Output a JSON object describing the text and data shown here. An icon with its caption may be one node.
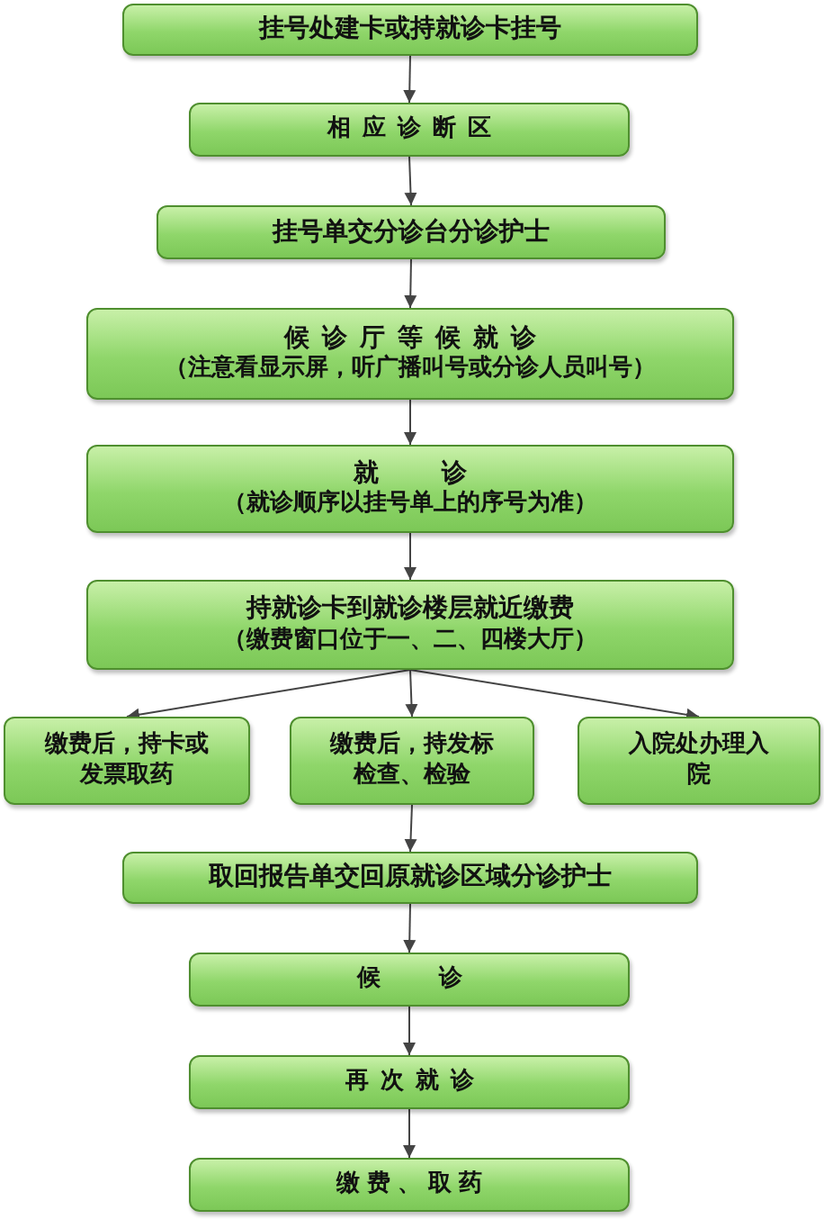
{
  "diagram": {
    "nodes": [
      {
        "text": [
          "挂号处建卡或持就诊卡挂号"
        ]
      },
      {
        "text": [
          "相应诊断区"
        ]
      },
      {
        "text": [
          "挂号单交分诊台分诊护士"
        ]
      },
      {
        "text": [
          "候诊厅等候就诊",
          "（注意看显示屏，听广播叫号或分诊人员叫号）"
        ]
      },
      {
        "text": [
          "就诊",
          "（就诊顺序以挂号单上的序号为准）"
        ]
      },
      {
        "text": [
          "持就诊卡到就诊楼层就近缴费",
          "（缴费窗口位于一、二、四楼大厅）"
        ]
      },
      {
        "text": [
          "缴费后，持卡或发票取药"
        ]
      },
      {
        "text": [
          "缴费后，持发标检查、检验"
        ]
      },
      {
        "text": [
          "入院处办理入院"
        ]
      },
      {
        "text": [
          "取回报告单交回原就诊区域分诊护士"
        ]
      },
      {
        "text": [
          "候诊"
        ]
      },
      {
        "text": [
          "再次就诊"
        ]
      },
      {
        "text": [
          "缴费、取药"
        ]
      }
    ],
    "edges": [
      {
        "from": 0,
        "to": 1,
        "arrow": "to"
      },
      {
        "from": 1,
        "to": 2,
        "arrow": "to"
      },
      {
        "from": 2,
        "to": 3,
        "arrow": "to"
      },
      {
        "from": 3,
        "to": 4,
        "arrow": "to"
      },
      {
        "from": 4,
        "to": 5,
        "arrow": "to"
      },
      {
        "from": 5,
        "to": 6,
        "arrow": "to"
      },
      {
        "from": 5,
        "to": 7,
        "arrow": "to"
      },
      {
        "from": 5,
        "to": 8,
        "arrow": "to"
      },
      {
        "from": 7,
        "to": 9,
        "arrow": "to"
      },
      {
        "from": 9,
        "to": 10,
        "arrow": "to"
      },
      {
        "from": 10,
        "to": 11,
        "arrow": "to"
      },
      {
        "from": 11,
        "to": 12,
        "arrow": "to"
      }
    ]
  }
}
